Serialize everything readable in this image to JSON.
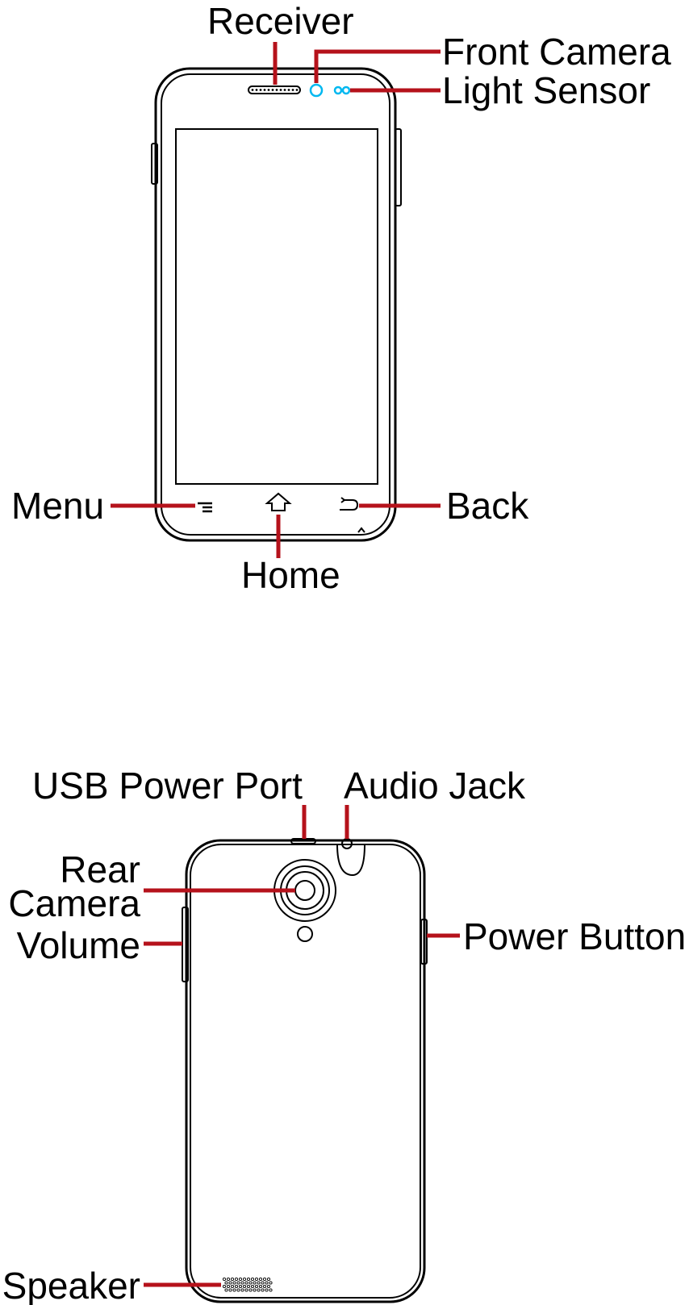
{
  "front_view": {
    "labels": {
      "receiver": "Receiver",
      "front_camera": "Front Camera",
      "light_sensor": "Light Sensor",
      "menu": "Menu",
      "home": "Home",
      "back": "Back"
    }
  },
  "back_view": {
    "labels": {
      "usb_power_port": "USB Power Port",
      "audio_jack": "Audio Jack",
      "rear_camera_line1": "Rear",
      "rear_camera_line2": "Camera",
      "volume": "Volume",
      "power_button": "Power Button",
      "speaker": "Speaker"
    }
  },
  "colors": {
    "leader_line": "#b5121b",
    "sensor_highlight": "#00b8f0",
    "outline": "#000000"
  }
}
